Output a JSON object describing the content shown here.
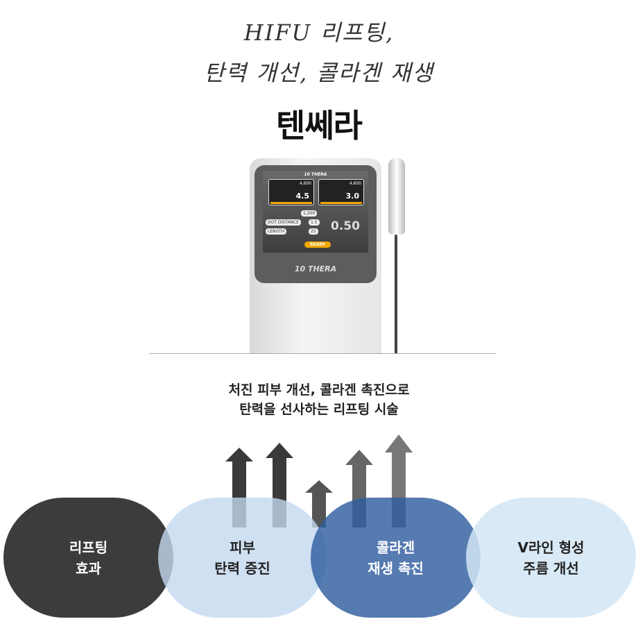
{
  "headline": {
    "line1": "HIFU 리프팅,",
    "line2": "탄력 개선, 콜라겐 재생",
    "brand": "텐쎄라"
  },
  "device": {
    "screen_logo": "10 THERA",
    "card1_value": "4.5",
    "card2_value": "3.0",
    "card1_shots": "4,600",
    "card2_shots": "4,600",
    "total": "1,200",
    "depth_label": "DOT DISTANCE",
    "depth_value": "1.5",
    "length_label": "LENGTH",
    "length_value": "25",
    "energy": "0.50",
    "ready": "READY",
    "front_logo": "10 THERA"
  },
  "description": {
    "line1": "처진 피부 개선, 콜라겐 촉진으로",
    "line2": "탄력을 선사하는 리프팅 시술"
  },
  "effects": [
    {
      "line1": "리프팅",
      "line2": "효과",
      "color": "#3c3c3c"
    },
    {
      "line1": "피부",
      "line2": "탄력 증진",
      "color": "#cfe0f3"
    },
    {
      "line1": "콜라겐",
      "line2": "재생 촉진",
      "color": "#3e68a8"
    },
    {
      "line1": "V라인 형성",
      "line2": "주름 개선",
      "color": "#d8e9f6"
    }
  ]
}
